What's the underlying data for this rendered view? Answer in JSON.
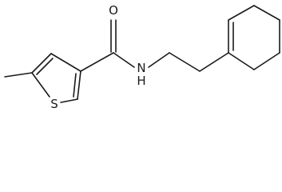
{
  "molecule": {
    "atoms": {
      "oxygen": "O",
      "nitrogen": "N",
      "hydrogen": "H",
      "sulfur": "S"
    },
    "colors": {
      "bond": "#1a1a1a",
      "label": "#1a1a1a",
      "background": "#ffffff"
    }
  }
}
